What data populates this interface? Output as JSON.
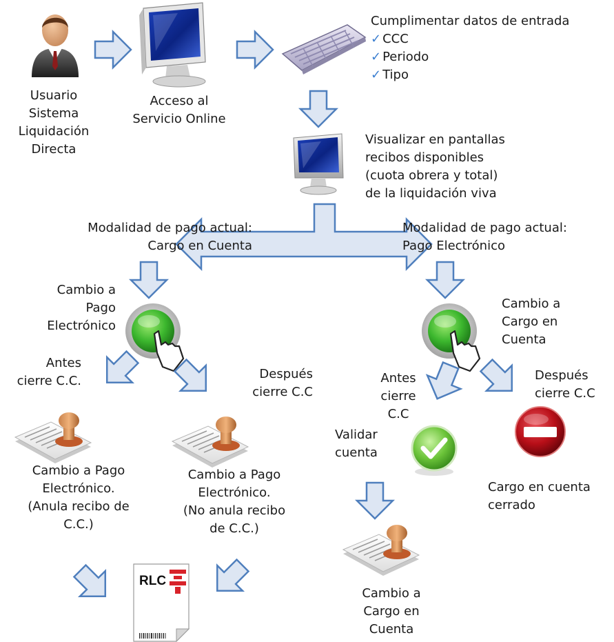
{
  "colors": {
    "arrow_fill": "#dde6f3",
    "arrow_stroke": "#4f7fbd",
    "button_green": "#3cb72e",
    "stop_red": "#c0111a",
    "check_green": "#6cc43a",
    "rlc_red": "#d8232a"
  },
  "icons": [
    "user-icon",
    "monitor-icon",
    "keyboard-icon",
    "monitor-icon",
    "green-button-hand-icon",
    "document-stamp-icon",
    "checkmark-icon",
    "stop-icon",
    "rlc-document-icon"
  ],
  "user": {
    "label": "Usuario\nSistema\nLiquidación\nDirecta"
  },
  "access": {
    "label": "Acceso al\nServicio Online"
  },
  "input": {
    "title": "Cumplimentar datos de entrada",
    "items": [
      "CCC",
      "Periodo",
      "Tipo"
    ],
    "check_glyph": "✓"
  },
  "view": {
    "label": "Visualizar en pantallas\nrecibos disponibles\n(cuota obrera y total)\nde la liquidación viva"
  },
  "left": {
    "mode_label": "Modalidad de pago actual:\nCargo en Cuenta",
    "change_label": "Cambio a\nPago\nElectrónico",
    "before_label": "Antes\ncierre C.C.",
    "after_label": "Después\ncierre C.C",
    "result_before": "Cambio a Pago\nElectrónico.\n(Anula recibo de\nC.C.)",
    "result_after": "Cambio a Pago\nElectrónico.\n(No anula recibo\nde C.C.)",
    "doc_label": "RLC"
  },
  "right": {
    "mode_label": "Modalidad de pago actual:\nPago Electrónico",
    "change_label": "Cambio a\nCargo en\nCuenta",
    "before_label": "Antes\ncierre\nC.C",
    "after_label": "Después\ncierre C.C",
    "validate_label": "Validar\ncuenta",
    "closed_label": "Cargo en cuenta\ncerrado",
    "result_label": "Cambio a\nCargo en\nCuenta"
  }
}
